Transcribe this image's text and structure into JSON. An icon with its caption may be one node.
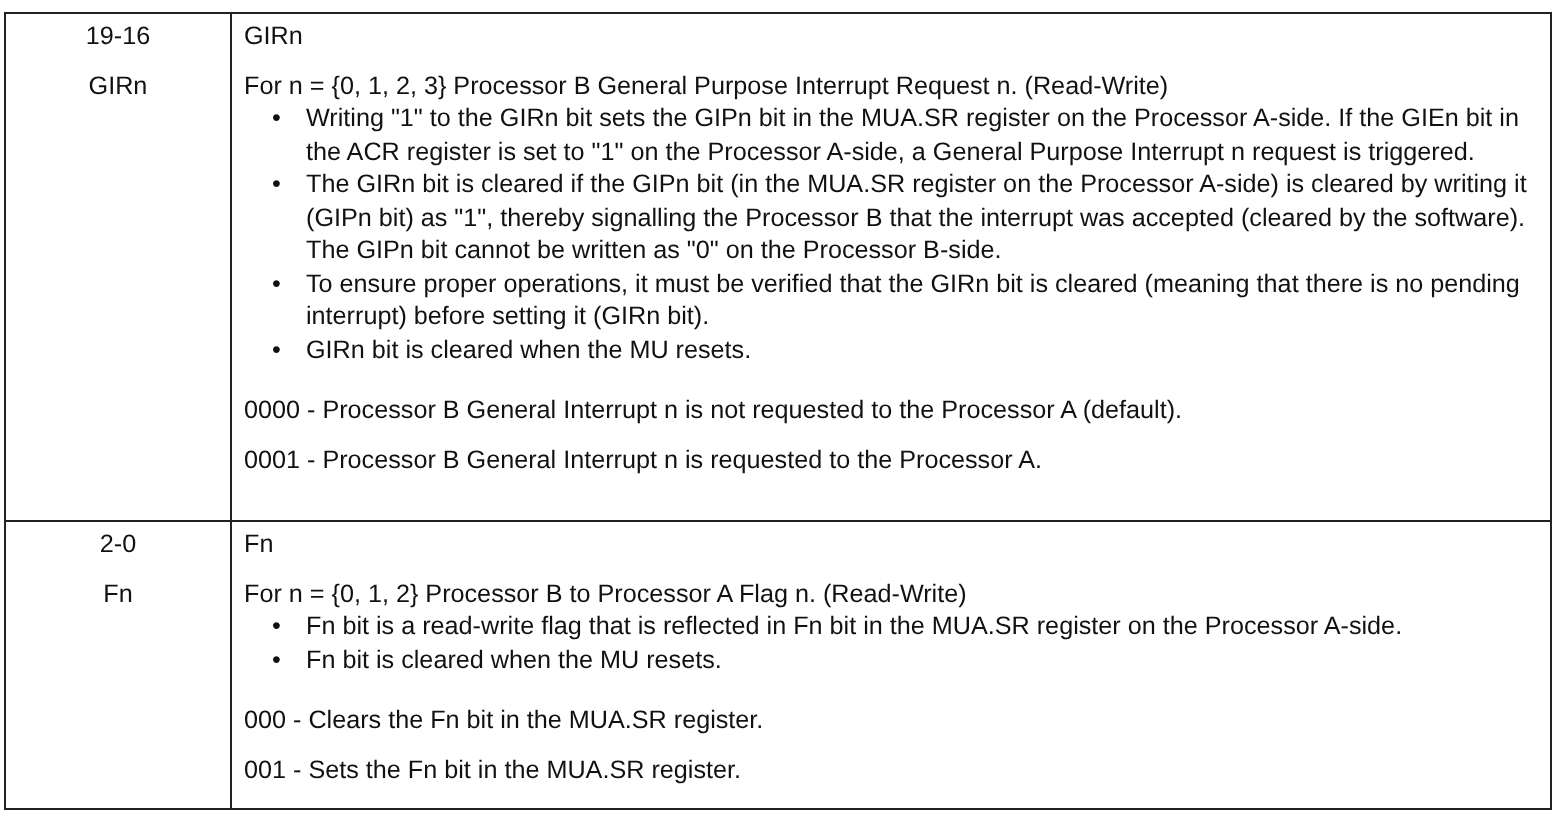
{
  "diagram": {
    "labels": [
      "19-16",
      "GIRn",
      "GIRn",
      "For n = {0, 1, 2, 3} Processor B General Purpose Interrupt Request n. (Read-Write)",
      "•",
      "Writing \"1\" to the GIRn bit sets the GIPn bit in the MUA.SR register on the Processor A-side. If the GIEn bit in the ACR register is set to \"1\" on the Processor A-side, a General Purpose Interrupt n request is triggered.",
      "•",
      "The GIRn bit is cleared if the GIPn bit (in the MUA.SR register on the Processor A-side) is cleared by writing it (GIPn bit) as \"1\", thereby signalling the Processor B that the interrupt was accepted (cleared by the software). The GIPn bit cannot be written as \"0\" on the Processor B-side.",
      "•",
      "To ensure proper operations, it must be verified that the GIRn bit is cleared (meaning that there is no pending interrupt) before setting it (GIRn bit).",
      "•",
      "GIRn bit is cleared when the MU resets.",
      "0000 - Processor B General Interrupt n is not requested to the Processor A (default).",
      "0001 - Processor B General Interrupt n is requested to the Processor A.",
      "2-0",
      "Fn",
      "Fn",
      "For n = {0, 1, 2} Processor B to Processor A Flag n. (Read-Write)",
      "•",
      "Fn bit is a read-write flag that is reflected in Fn bit in the MUA.SR register on the Processor A-side.",
      "•",
      "Fn bit is cleared when the MU resets.",
      "000 - Clears the Fn bit in the MUA.SR register.",
      "001 - Sets the Fn bit in the MUA.SR register."
    ]
  }
}
